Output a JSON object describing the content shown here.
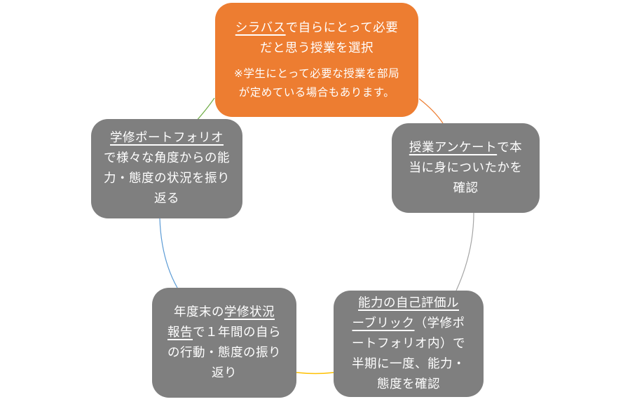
{
  "diagram": {
    "type": "cycle",
    "steps": [
      {
        "id": "syllabus",
        "color": "#ed7d31",
        "line1_link": "シラバス",
        "line1_rest": "で自らにとって必要",
        "line2": "だと思う授業を選択",
        "note_line1": "※学生にとって必要な授業を部局",
        "note_line2": "が定めている場合もあります。"
      },
      {
        "id": "survey",
        "color": "#7f7f7f",
        "line1_link": "授業アンケート",
        "line1_rest": "で本",
        "line2": "当に身についたかを",
        "line3": "確認"
      },
      {
        "id": "rubric",
        "color": "#7f7f7f",
        "line1_link": "能力の自己評価ル",
        "line2_link": "ーブリック",
        "line2_rest": "（学修ポ",
        "line3": "ートフォリオ内）で",
        "line4": "半期に一度、能力・",
        "line5": "態度を確認"
      },
      {
        "id": "report",
        "color": "#7f7f7f",
        "line1_pre": "年度末の",
        "line1_link": "学修状況",
        "line2_link": "報告",
        "line2_rest": "で１年間の自ら",
        "line3": "の行動・態度の振り",
        "line4": "返り"
      },
      {
        "id": "portfolio",
        "color": "#7f7f7f",
        "line1_link": "学修ポートフォリオ",
        "line2": "で様々な角度からの能",
        "line3": "力・態度の状況を振り",
        "line4": "返る"
      }
    ],
    "arc_colors": {
      "syllabus_to_survey": "#ed7d31",
      "survey_to_rubric": "#a5a5a5",
      "rubric_to_report": "#ffc000",
      "report_to_portfolio": "#5b9bd5",
      "portfolio_to_syllabus": "#70ad47"
    }
  }
}
